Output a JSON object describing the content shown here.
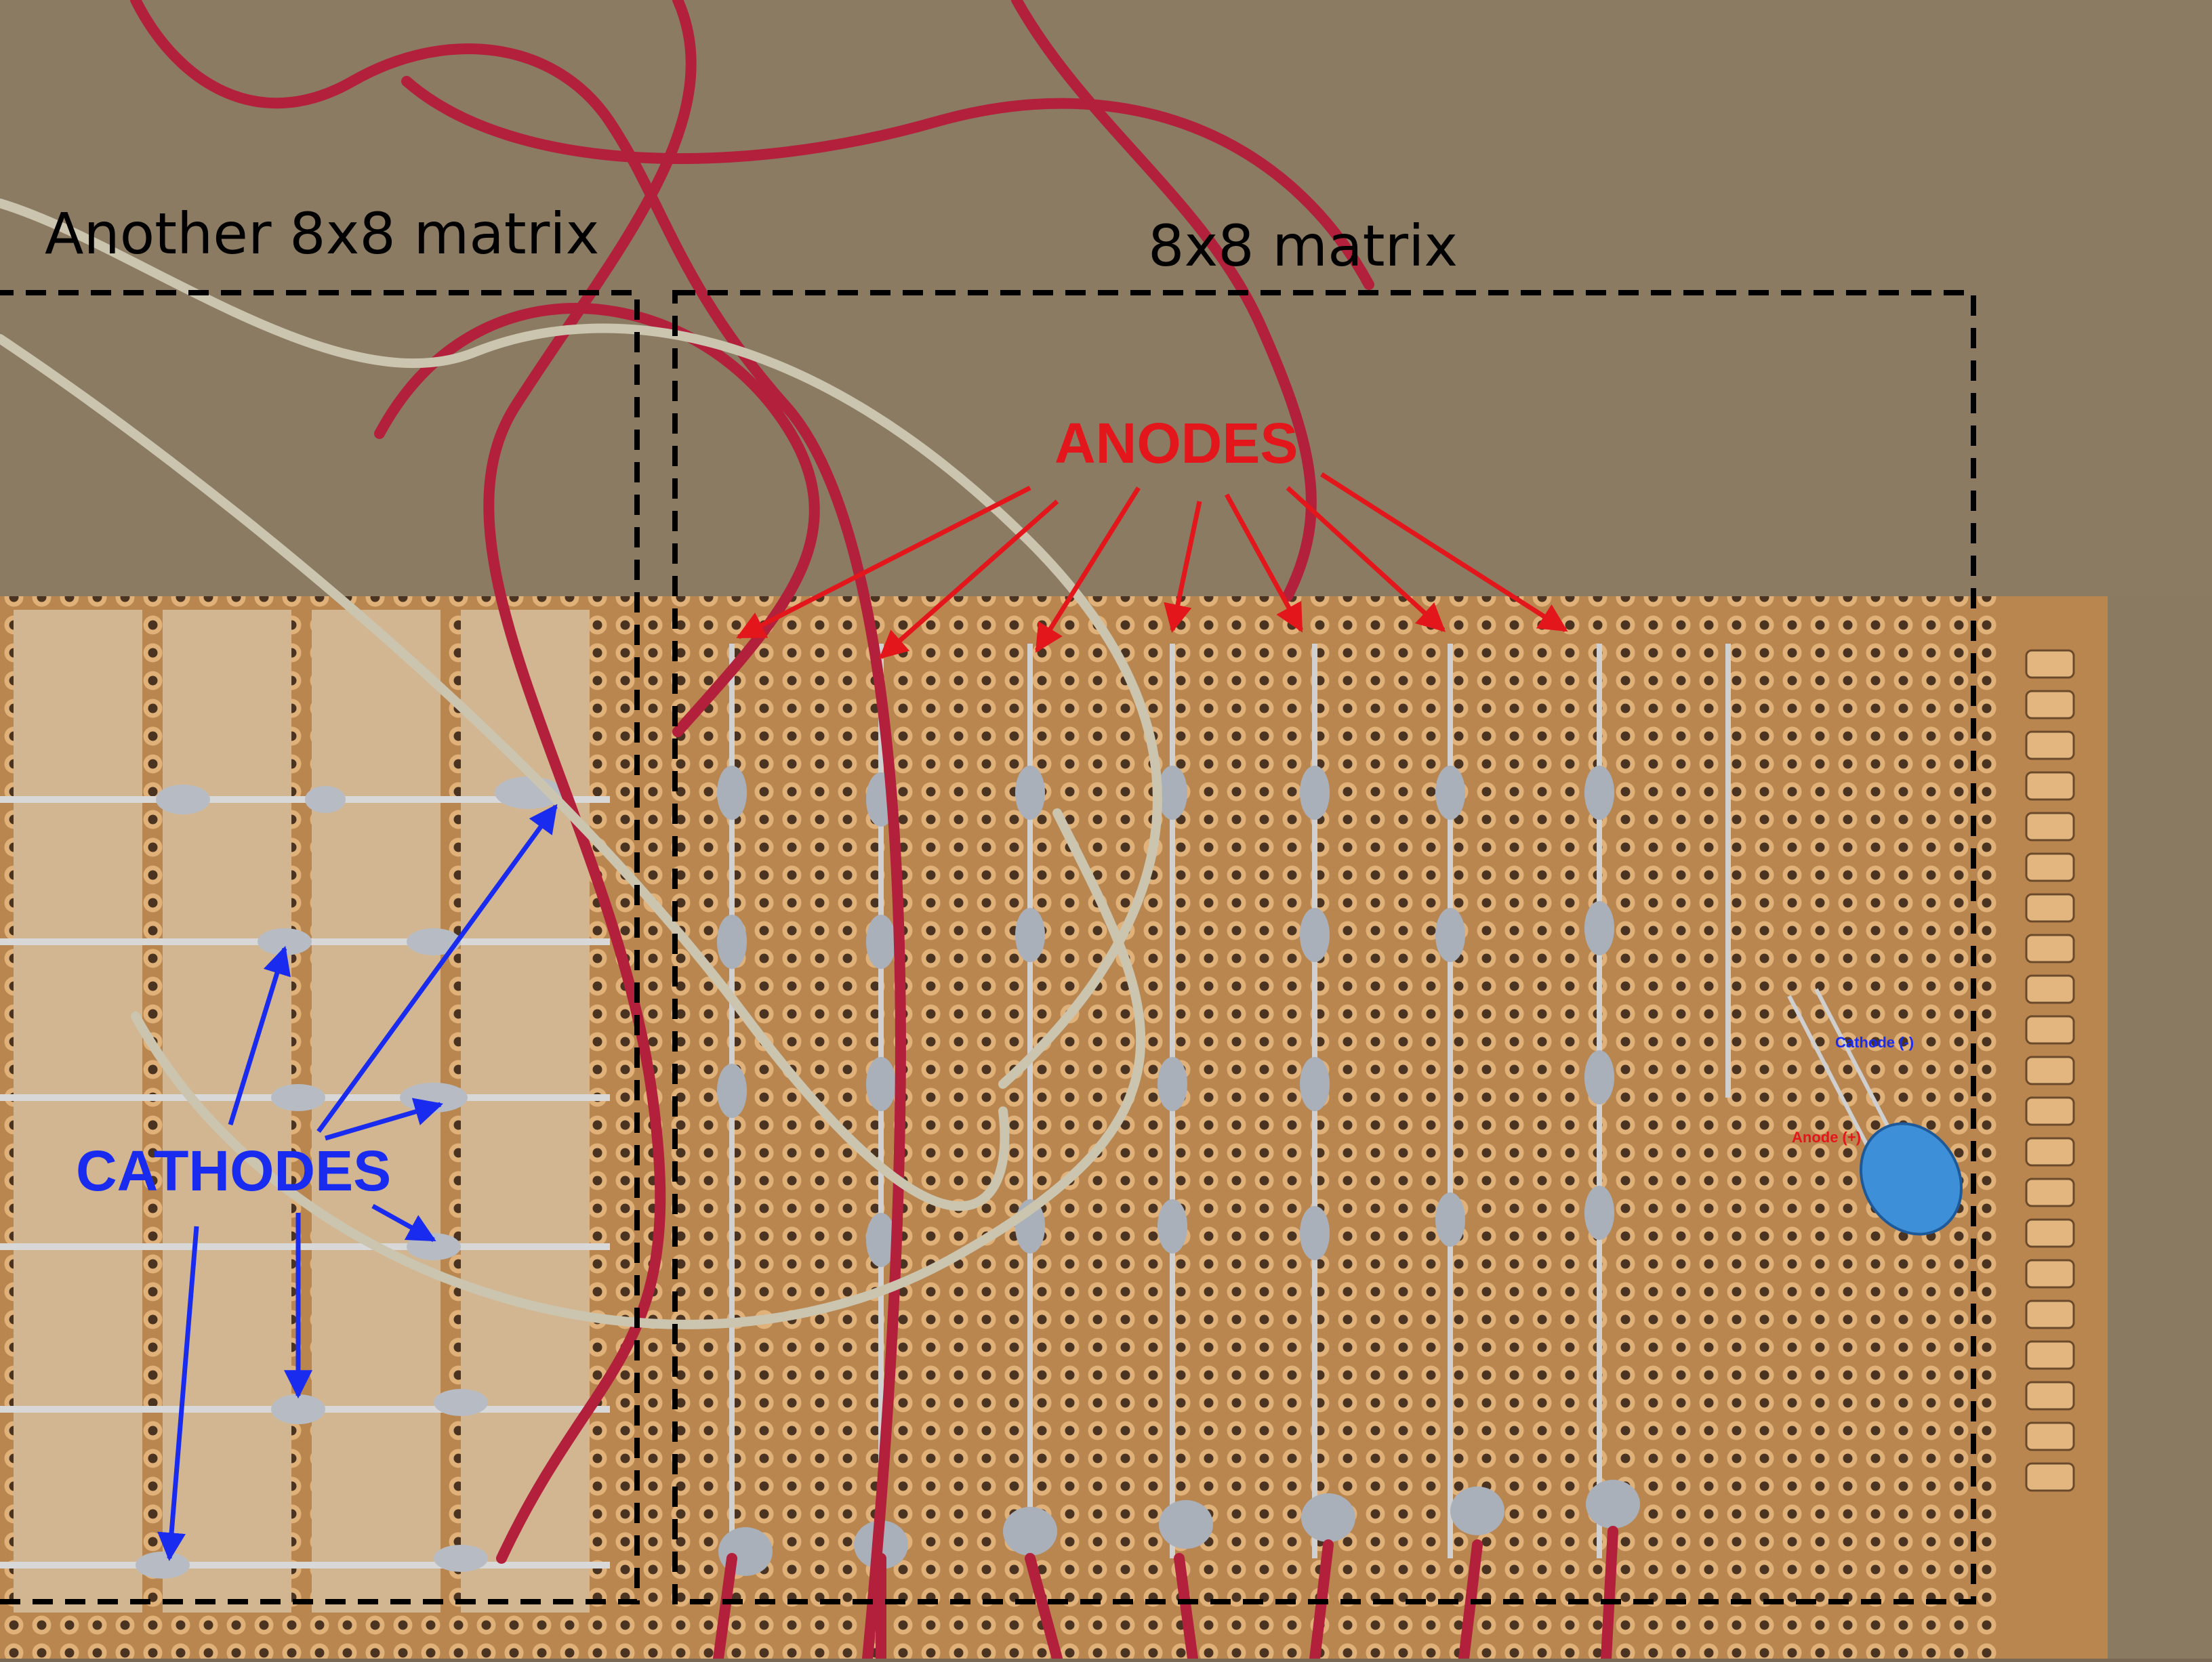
{
  "labels": {
    "left_box": "Another 8x8 matrix",
    "right_box": "8x8 matrix",
    "anodes": "ANODES",
    "cathodes": "CATHODES",
    "led_cathode": "Cathode (-)",
    "led_anode": "Anode (+)"
  },
  "colors": {
    "anode_annotation": "#e3161b",
    "cathode_annotation": "#1a2bf0",
    "box_outline": "#000000",
    "board": "#b8884f",
    "background": "#7a6a55"
  },
  "photo": {
    "subjects": [
      "protoboard",
      "led-matrix",
      "red-wire",
      "white-wire",
      "blue-led"
    ]
  }
}
